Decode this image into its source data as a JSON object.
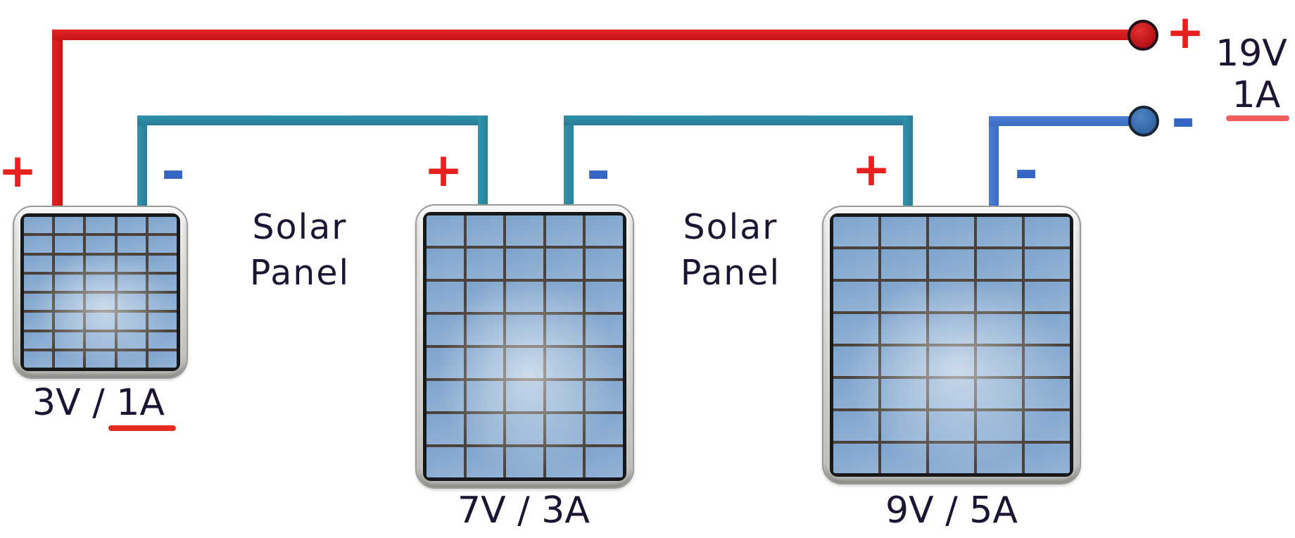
{
  "panels": [
    {
      "id": "panel-1",
      "rating": "3V / 1A",
      "positive": "+",
      "negative": "-",
      "rows": 8,
      "cols": 5,
      "current_underlined": true
    },
    {
      "id": "panel-2",
      "rating": "7V / 3A",
      "positive": "+",
      "negative": "-",
      "rows": 8,
      "cols": 5,
      "current_underlined": false
    },
    {
      "id": "panel-3",
      "rating": "9V / 5A",
      "positive": "+",
      "negative": "-",
      "rows": 8,
      "cols": 5,
      "current_underlined": false
    }
  ],
  "captions": [
    {
      "line1": "Solar",
      "line2": "Panel"
    },
    {
      "line1": "Solar",
      "line2": "Panel"
    }
  ],
  "output": {
    "positive": "+",
    "negative": "-",
    "voltage": "19V",
    "current": "1A",
    "current_underlined": true
  },
  "colors": {
    "positive_wire": "#d62020",
    "series_wire": "#2e8aa2",
    "negative_wire": "#3e74ca",
    "positive_terminal": "#b30f16",
    "negative_terminal": "#30629f",
    "plus_sign": "#e8201d",
    "minus_sign": "#3566c6",
    "label_text": "#1d1434",
    "underline_bright_red": "#e82b20",
    "underline_salmon": "#f25e5e",
    "cell_blue": "#8aabd1",
    "grid_line": "#4a423a",
    "frame_gray": "#d3d3cf"
  }
}
